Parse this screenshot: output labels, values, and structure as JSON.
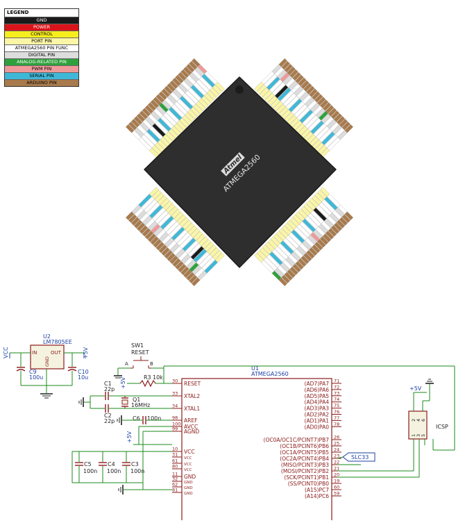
{
  "legend": {
    "title": "LEGEND",
    "items": [
      {
        "label": "GND",
        "bg": "#1a1a1a",
        "fg": "#ffffff"
      },
      {
        "label": "POWER",
        "bg": "#d9141a",
        "fg": "#ffffff"
      },
      {
        "label": "CONTROL",
        "bg": "#f7ee1d",
        "fg": "#000000"
      },
      {
        "label": "PORT PIN",
        "bg": "#fbf6a6",
        "fg": "#000000"
      },
      {
        "label": "ATMEGA2560 PIN FUNC",
        "bg": "#ffffff",
        "fg": "#000000"
      },
      {
        "label": "DIGITAL PIN",
        "bg": "#dddddd",
        "fg": "#000000"
      },
      {
        "label": "ANALOG-RELATED PIN",
        "bg": "#2fa13c",
        "fg": "#ffffff"
      },
      {
        "label": "PWM PIN",
        "bg": "#ef9a9a",
        "fg": "#000000"
      },
      {
        "label": "SERIAL PIN",
        "bg": "#3fb8d8",
        "fg": "#000000"
      },
      {
        "label": "ARDUINO PIN",
        "bg": "#a87a4c",
        "fg": "#000000"
      }
    ]
  },
  "chip": {
    "logo": "Atmel",
    "name": "ATMEGA2560"
  },
  "schematic": {
    "u2": {
      "ref": "U2",
      "part": "LM7805EE",
      "in": "IN",
      "out": "OUT",
      "gnd": "GND"
    },
    "vcc_label": "VCC",
    "plus5": "+5V",
    "c9": {
      "ref": "C9",
      "val": "100u"
    },
    "c10": {
      "ref": "C10",
      "val": "10u"
    },
    "sw1": {
      "ref": "SW1",
      "name": "RESET",
      "a": "A",
      "b": "B"
    },
    "r3": {
      "ref": "R3",
      "val": "10k"
    },
    "c1": {
      "ref": "C1",
      "val": "22p"
    },
    "c2": {
      "ref": "C2",
      "val": "22p"
    },
    "q1": {
      "ref": "Q1",
      "val": "16MHz"
    },
    "c6": {
      "ref": "C6",
      "val": "100n"
    },
    "c5": {
      "ref": "C5",
      "val": "100n"
    },
    "c4": {
      "ref": "C4",
      "val": "100n"
    },
    "c3": {
      "ref": "C3",
      "val": "100n"
    },
    "u1": {
      "ref": "U1",
      "part": "ATMEGA2560"
    },
    "left_pins": [
      {
        "num": "30",
        "name": "RESET"
      },
      {
        "num": "33",
        "name": "XTAL2"
      },
      {
        "num": "34",
        "name": "XTAL1"
      },
      {
        "num": "98",
        "name": "AREF"
      },
      {
        "num": "100",
        "name": "AVCC"
      },
      {
        "num": "99",
        "name": "AGND"
      },
      {
        "num": "10",
        "name": "VCC"
      },
      {
        "num": "31",
        "name": "VCC"
      },
      {
        "num": "61",
        "name": "VCC"
      },
      {
        "num": "80",
        "name": "VCC"
      },
      {
        "num": "11",
        "name": "GND"
      },
      {
        "num": "32",
        "name": "GND"
      },
      {
        "num": "62",
        "name": "GND"
      },
      {
        "num": "81",
        "name": "GND"
      }
    ],
    "right_pins": [
      {
        "name": "(AD7)PA7",
        "num": "71"
      },
      {
        "name": "(AD6)PA6",
        "num": "72"
      },
      {
        "name": "(AD5)PA5",
        "num": "73"
      },
      {
        "name": "(AD4)PA4",
        "num": "74"
      },
      {
        "name": "(AD3)PA3",
        "num": "75"
      },
      {
        "name": "(AD2)PA2",
        "num": "76"
      },
      {
        "name": "(AD1)PA1",
        "num": "77"
      },
      {
        "name": "(AD0)PA0",
        "num": "78"
      },
      {
        "name": "(OC0A/OC1C/PCINT7)PB7",
        "num": "26"
      },
      {
        "name": "(OC1B/PCINT6)PB6",
        "num": "25"
      },
      {
        "name": "(OC1A/PCINT5)PB5",
        "num": "24"
      },
      {
        "name": "(OC2A/PCINT4)PB4",
        "num": "23"
      },
      {
        "name": "(MISO/PCINT3)PB3",
        "num": "22"
      },
      {
        "name": "(MOSI/PCINT2)PB2",
        "num": "21"
      },
      {
        "name": "(SCK/PCINT1)PB1",
        "num": "20"
      },
      {
        "name": "(SS/PCINT0)PB0",
        "num": "19"
      },
      {
        "name": "(A15)PC7",
        "num": "60"
      },
      {
        "name": "(A14)PC6",
        "num": "59"
      }
    ],
    "slc33": "SLC33",
    "icsp": {
      "label": "ICSP",
      "p2": "2",
      "p4": "4",
      "p6": "6",
      "p1": "1",
      "p3": "3",
      "p5": "5"
    }
  }
}
